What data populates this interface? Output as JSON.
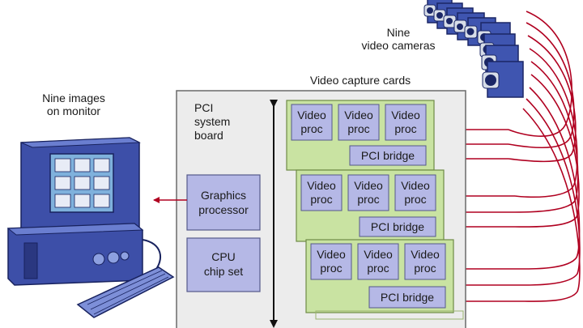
{
  "labels": {
    "cameras_line1": "Nine",
    "cameras_line2": "video cameras",
    "capture_cards": "Video capture cards",
    "monitor_line1": "Nine images",
    "monitor_line2": "on monitor",
    "board_line1": "PCI",
    "board_line2": "system",
    "board_line3": "board",
    "graphics_line1": "Graphics",
    "graphics_line2": "processor",
    "cpu_line1": "CPU",
    "cpu_line2": "chip set"
  },
  "cards": [
    {
      "procs": [
        {
          "line1": "Video",
          "line2": "proc"
        },
        {
          "line1": "Video",
          "line2": "proc"
        },
        {
          "line1": "Video",
          "line2": "proc"
        }
      ],
      "bridge": "PCI bridge"
    },
    {
      "procs": [
        {
          "line1": "Video",
          "line2": "proc"
        },
        {
          "line1": "Video",
          "line2": "proc"
        },
        {
          "line1": "Video",
          "line2": "proc"
        }
      ],
      "bridge": "PCI bridge"
    },
    {
      "procs": [
        {
          "line1": "Video",
          "line2": "proc"
        },
        {
          "line1": "Video",
          "line2": "proc"
        },
        {
          "line1": "Video",
          "line2": "proc"
        }
      ],
      "bridge": "PCI bridge"
    }
  ],
  "colors": {
    "board": "#ececec",
    "card": "#c9e3a2",
    "chip": "#b5b8e6",
    "signal": "#b00020",
    "monitor": "#3d4fa8",
    "camera": "#3f55b0"
  }
}
